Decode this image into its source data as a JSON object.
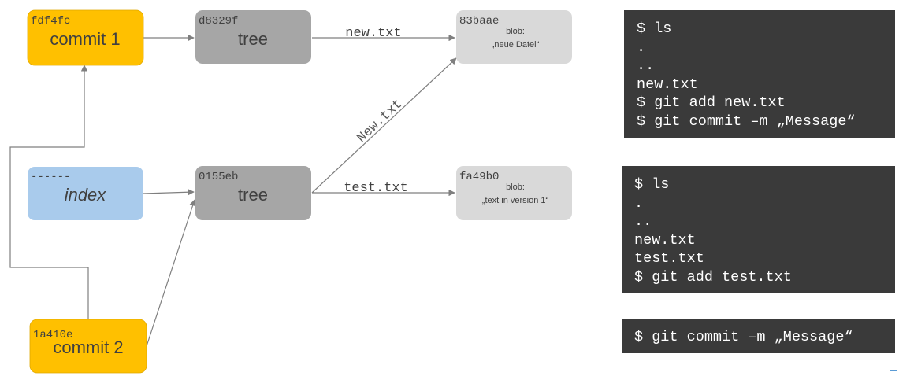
{
  "colors": {
    "commit": "#ffc000",
    "tree": "#a6a6a6",
    "blob": "#d9d9d9",
    "index": "#a9cbec",
    "terminal_bg": "#3a3a3a",
    "arrow": "#7f7f7f",
    "accent_mark": "#5b9bd5"
  },
  "nodes": {
    "commit1": {
      "hash": "fdf4fc",
      "label": "commit 1"
    },
    "tree1": {
      "hash": "d8329f",
      "label": "tree"
    },
    "blob1": {
      "hash": "83baae",
      "type": "blob:",
      "content": "„neue Datei“"
    },
    "index": {
      "hash": "------",
      "label": "index"
    },
    "tree2": {
      "hash": "0155eb",
      "label": "tree"
    },
    "blob2": {
      "hash": "fa49b0",
      "type": "blob:",
      "content": "„text in version 1“"
    },
    "commit2": {
      "hash": "1a410e",
      "label": "commit 2"
    }
  },
  "edges": {
    "tree1_to_blob1": "new.txt",
    "tree2_to_blob1": "New.txt",
    "tree2_to_blob2": "test.txt"
  },
  "terminals": [
    {
      "lines": [
        "$ ls",
        ".",
        "..",
        "new.txt",
        "$ git add new.txt",
        "$ git commit –m „Message“"
      ]
    },
    {
      "lines": [
        "$ ls",
        ".",
        "..",
        "new.txt",
        "test.txt",
        "$ git add test.txt"
      ]
    },
    {
      "lines": [
        "$ git commit –m „Message“"
      ]
    }
  ]
}
